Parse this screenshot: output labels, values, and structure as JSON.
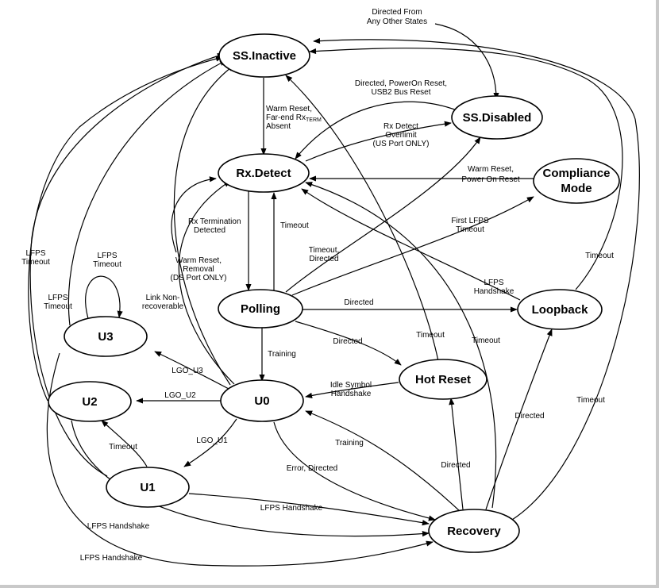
{
  "states": {
    "ss_inactive": "SS.Inactive",
    "ss_disabled": "SS.Disabled",
    "rx_detect": "Rx.Detect",
    "compliance_1": "Compliance",
    "compliance_2": "Mode",
    "polling": "Polling",
    "loopback": "Loopback",
    "hot_reset": "Hot Reset",
    "u0": "U0",
    "u1": "U1",
    "u2": "U2",
    "u3": "U3",
    "recovery": "Recovery"
  },
  "labels": {
    "directed_any_1": "Directed From",
    "directed_any_2": "Any Other States",
    "warm_reset_far_1": "Warm Reset,",
    "warm_reset_far_2": "Far-end Rx",
    "warm_reset_far_2b": "TERM",
    "warm_reset_far_3": "Absent",
    "directed_poweron_1": "Directed, PowerOn Reset,",
    "directed_poweron_2": "USB2 Bus Reset",
    "rx_overlimit_1": "Rx Detect",
    "rx_overlimit_2": "Overlimit",
    "rx_overlimit_3": "(US Port ONLY)",
    "compliance_reset_1": "Warm Reset,",
    "compliance_reset_2": "Power On Reset",
    "rx_term_1": "Rx Termination",
    "rx_term_2": "Detected",
    "timeout_rx": "Timeout",
    "timeout_directed_1": "Timeout,",
    "timeout_directed_2": "Directed",
    "first_lfps_1": "First LFPS",
    "first_lfps_2": "Timeout",
    "warm_removal_1": "Warm Reset,",
    "warm_removal_2": "Removal",
    "warm_removal_3": "(DS Port ONLY)",
    "lfps_timeout_far_1": "LFPS",
    "lfps_timeout_far_2": "Timeout",
    "lfps_timeout_u3_1": "LFPS",
    "lfps_timeout_u3_2": "Timeout",
    "lfps_timeout_u2_1": "LFPS",
    "lfps_timeout_u2_2": "Timeout",
    "link_nonrec_1": "Link Non-",
    "link_nonrec_2": "recoverable",
    "lfps_hs_1": "LFPS",
    "lfps_hs_2": "Handshake",
    "timeout_loopback": "Timeout",
    "directed_poll_loop": "Directed",
    "directed_poll_hot": "Directed",
    "training_poll": "Training",
    "timeout_hot": "Timeout",
    "timeout_recovery": "Timeout",
    "lgo_u3": "LGO_U3",
    "lgo_u2": "LGO_U2",
    "lgo_u1": "LGO_U1",
    "idle_symbol_1": "Idle Symbol",
    "idle_symbol_2": "Handshake",
    "timeout_u1u2": "Timeout",
    "training_rec": "Training",
    "error_directed": "Error, Directed",
    "directed_rec_hot": "Directed",
    "directed_rec_loop": "Directed",
    "timeout_rec_inactive": "Timeout",
    "lfps_hs_u1": "LFPS Handshake",
    "lfps_hs_u2": "LFPS Handshake",
    "lfps_hs_u3": "LFPS Handshake"
  }
}
